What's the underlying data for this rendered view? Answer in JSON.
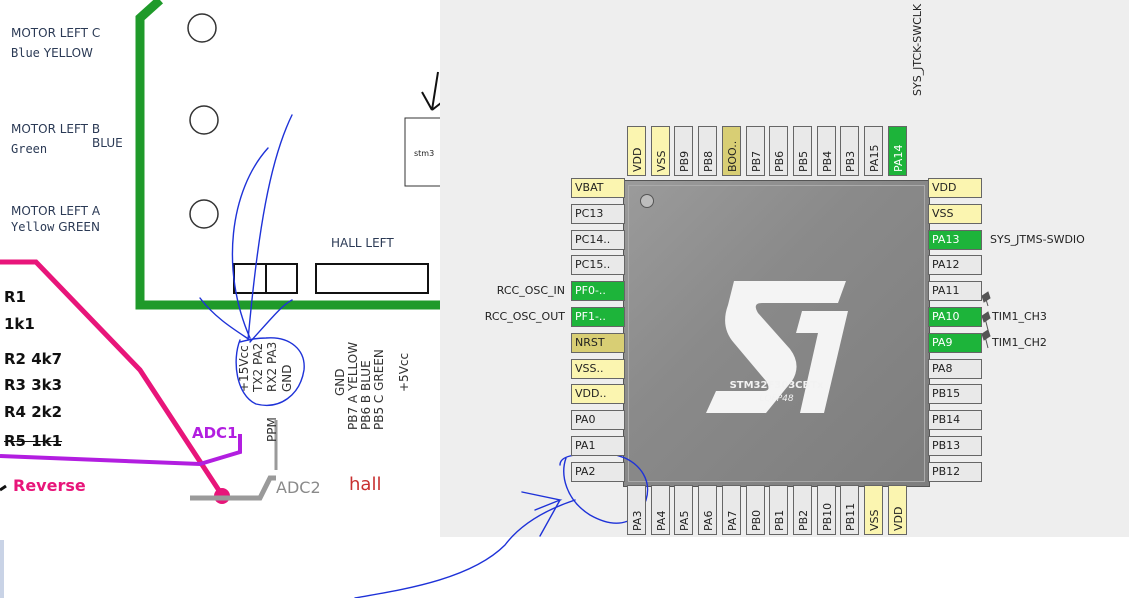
{
  "left": {
    "motor_labels": [
      {
        "name": "MOTOR LEFT C",
        "sub": "Blue",
        "hall_color": "YELLOW"
      },
      {
        "name": "MOTOR LEFT B",
        "sub": "Green",
        "hall_color": "BLUE"
      },
      {
        "name": "MOTOR LEFT A",
        "sub": "Yellow",
        "hall_color": "GREEN"
      }
    ],
    "box_label": "stm3",
    "hall_left": "HALL LEFT",
    "resistors": [
      "R1",
      "1k1",
      "R2 4k7",
      "R3 3k3",
      "R4 2k2",
      "R5 1k1"
    ],
    "header_cols": [
      "+15Vcc",
      "TX2 PA2",
      "RX2 PA3",
      "GND"
    ],
    "ppm": "PPM",
    "hall_cols": [
      "GND",
      "PB7 A YELLOW",
      "PB6 B BLUE",
      "PB5 C GREEN",
      "+5Vcc"
    ],
    "adc1": "ADC1",
    "adc2": "ADC2",
    "hall_word": "hall",
    "reverse": "Reverse"
  },
  "chip": {
    "part": "STM32F303CBTx",
    "package": "LQFP48",
    "top_signal": "SYS_JTCK-SWCLK",
    "top_pins": [
      {
        "label": "VDD",
        "color": "yellow"
      },
      {
        "label": "VSS",
        "color": "yellow"
      },
      {
        "label": "PB9",
        "color": "gray"
      },
      {
        "label": "PB8",
        "color": "gray"
      },
      {
        "label": "BOO..",
        "color": "olive"
      },
      {
        "label": "PB7",
        "color": "gray"
      },
      {
        "label": "PB6",
        "color": "gray"
      },
      {
        "label": "PB5",
        "color": "gray"
      },
      {
        "label": "PB4",
        "color": "gray"
      },
      {
        "label": "PB3",
        "color": "gray"
      },
      {
        "label": "PA15",
        "color": "gray"
      },
      {
        "label": "PA14",
        "color": "green"
      }
    ],
    "left_pins": [
      {
        "label": "VBAT",
        "color": "yellow",
        "signal": ""
      },
      {
        "label": "PC13",
        "color": "gray",
        "signal": ""
      },
      {
        "label": "PC14..",
        "color": "gray",
        "signal": ""
      },
      {
        "label": "PC15..",
        "color": "gray",
        "signal": ""
      },
      {
        "label": "PF0-..",
        "color": "green",
        "signal": "RCC_OSC_IN"
      },
      {
        "label": "PF1-..",
        "color": "green",
        "signal": "RCC_OSC_OUT"
      },
      {
        "label": "NRST",
        "color": "olive",
        "signal": ""
      },
      {
        "label": "VSS..",
        "color": "yellow",
        "signal": ""
      },
      {
        "label": "VDD..",
        "color": "yellow",
        "signal": ""
      },
      {
        "label": "PA0",
        "color": "gray",
        "signal": ""
      },
      {
        "label": "PA1",
        "color": "gray",
        "signal": ""
      },
      {
        "label": "PA2",
        "color": "gray",
        "signal": ""
      }
    ],
    "right_pins": [
      {
        "label": "VDD",
        "color": "yellow",
        "signal": ""
      },
      {
        "label": "VSS",
        "color": "yellow",
        "signal": ""
      },
      {
        "label": "PA13",
        "color": "green",
        "signal": "SYS_JTMS-SWDIO"
      },
      {
        "label": "PA12",
        "color": "gray",
        "signal": ""
      },
      {
        "label": "PA11",
        "color": "gray",
        "signal": ""
      },
      {
        "label": "PA10",
        "color": "green",
        "signal": "TIM1_CH3"
      },
      {
        "label": "PA9",
        "color": "green",
        "signal": "TIM1_CH2"
      },
      {
        "label": "PA8",
        "color": "gray",
        "signal": ""
      },
      {
        "label": "PB15",
        "color": "gray",
        "signal": ""
      },
      {
        "label": "PB14",
        "color": "gray",
        "signal": ""
      },
      {
        "label": "PB13",
        "color": "gray",
        "signal": ""
      },
      {
        "label": "PB12",
        "color": "gray",
        "signal": ""
      }
    ],
    "bottom_pins": [
      {
        "label": "PA3",
        "color": "gray"
      },
      {
        "label": "PA4",
        "color": "gray"
      },
      {
        "label": "PA5",
        "color": "gray"
      },
      {
        "label": "PA6",
        "color": "gray"
      },
      {
        "label": "PA7",
        "color": "gray"
      },
      {
        "label": "PB0",
        "color": "gray"
      },
      {
        "label": "PB1",
        "color": "gray"
      },
      {
        "label": "PB2",
        "color": "gray"
      },
      {
        "label": "PB10",
        "color": "gray"
      },
      {
        "label": "PB11",
        "color": "gray"
      },
      {
        "label": "VSS",
        "color": "yellow"
      },
      {
        "label": "VDD",
        "color": "yellow"
      }
    ]
  },
  "colors": {
    "board_green": "#1f9a2a",
    "trace_pink": "#e8157a",
    "trace_purple": "#b21ee0",
    "trace_gray": "#9a9a9a",
    "annotation_blue": "#1e32d8",
    "hall_red": "#c83030",
    "pin_green": "#1db43a",
    "pin_yellow": "#fbf5b0"
  }
}
